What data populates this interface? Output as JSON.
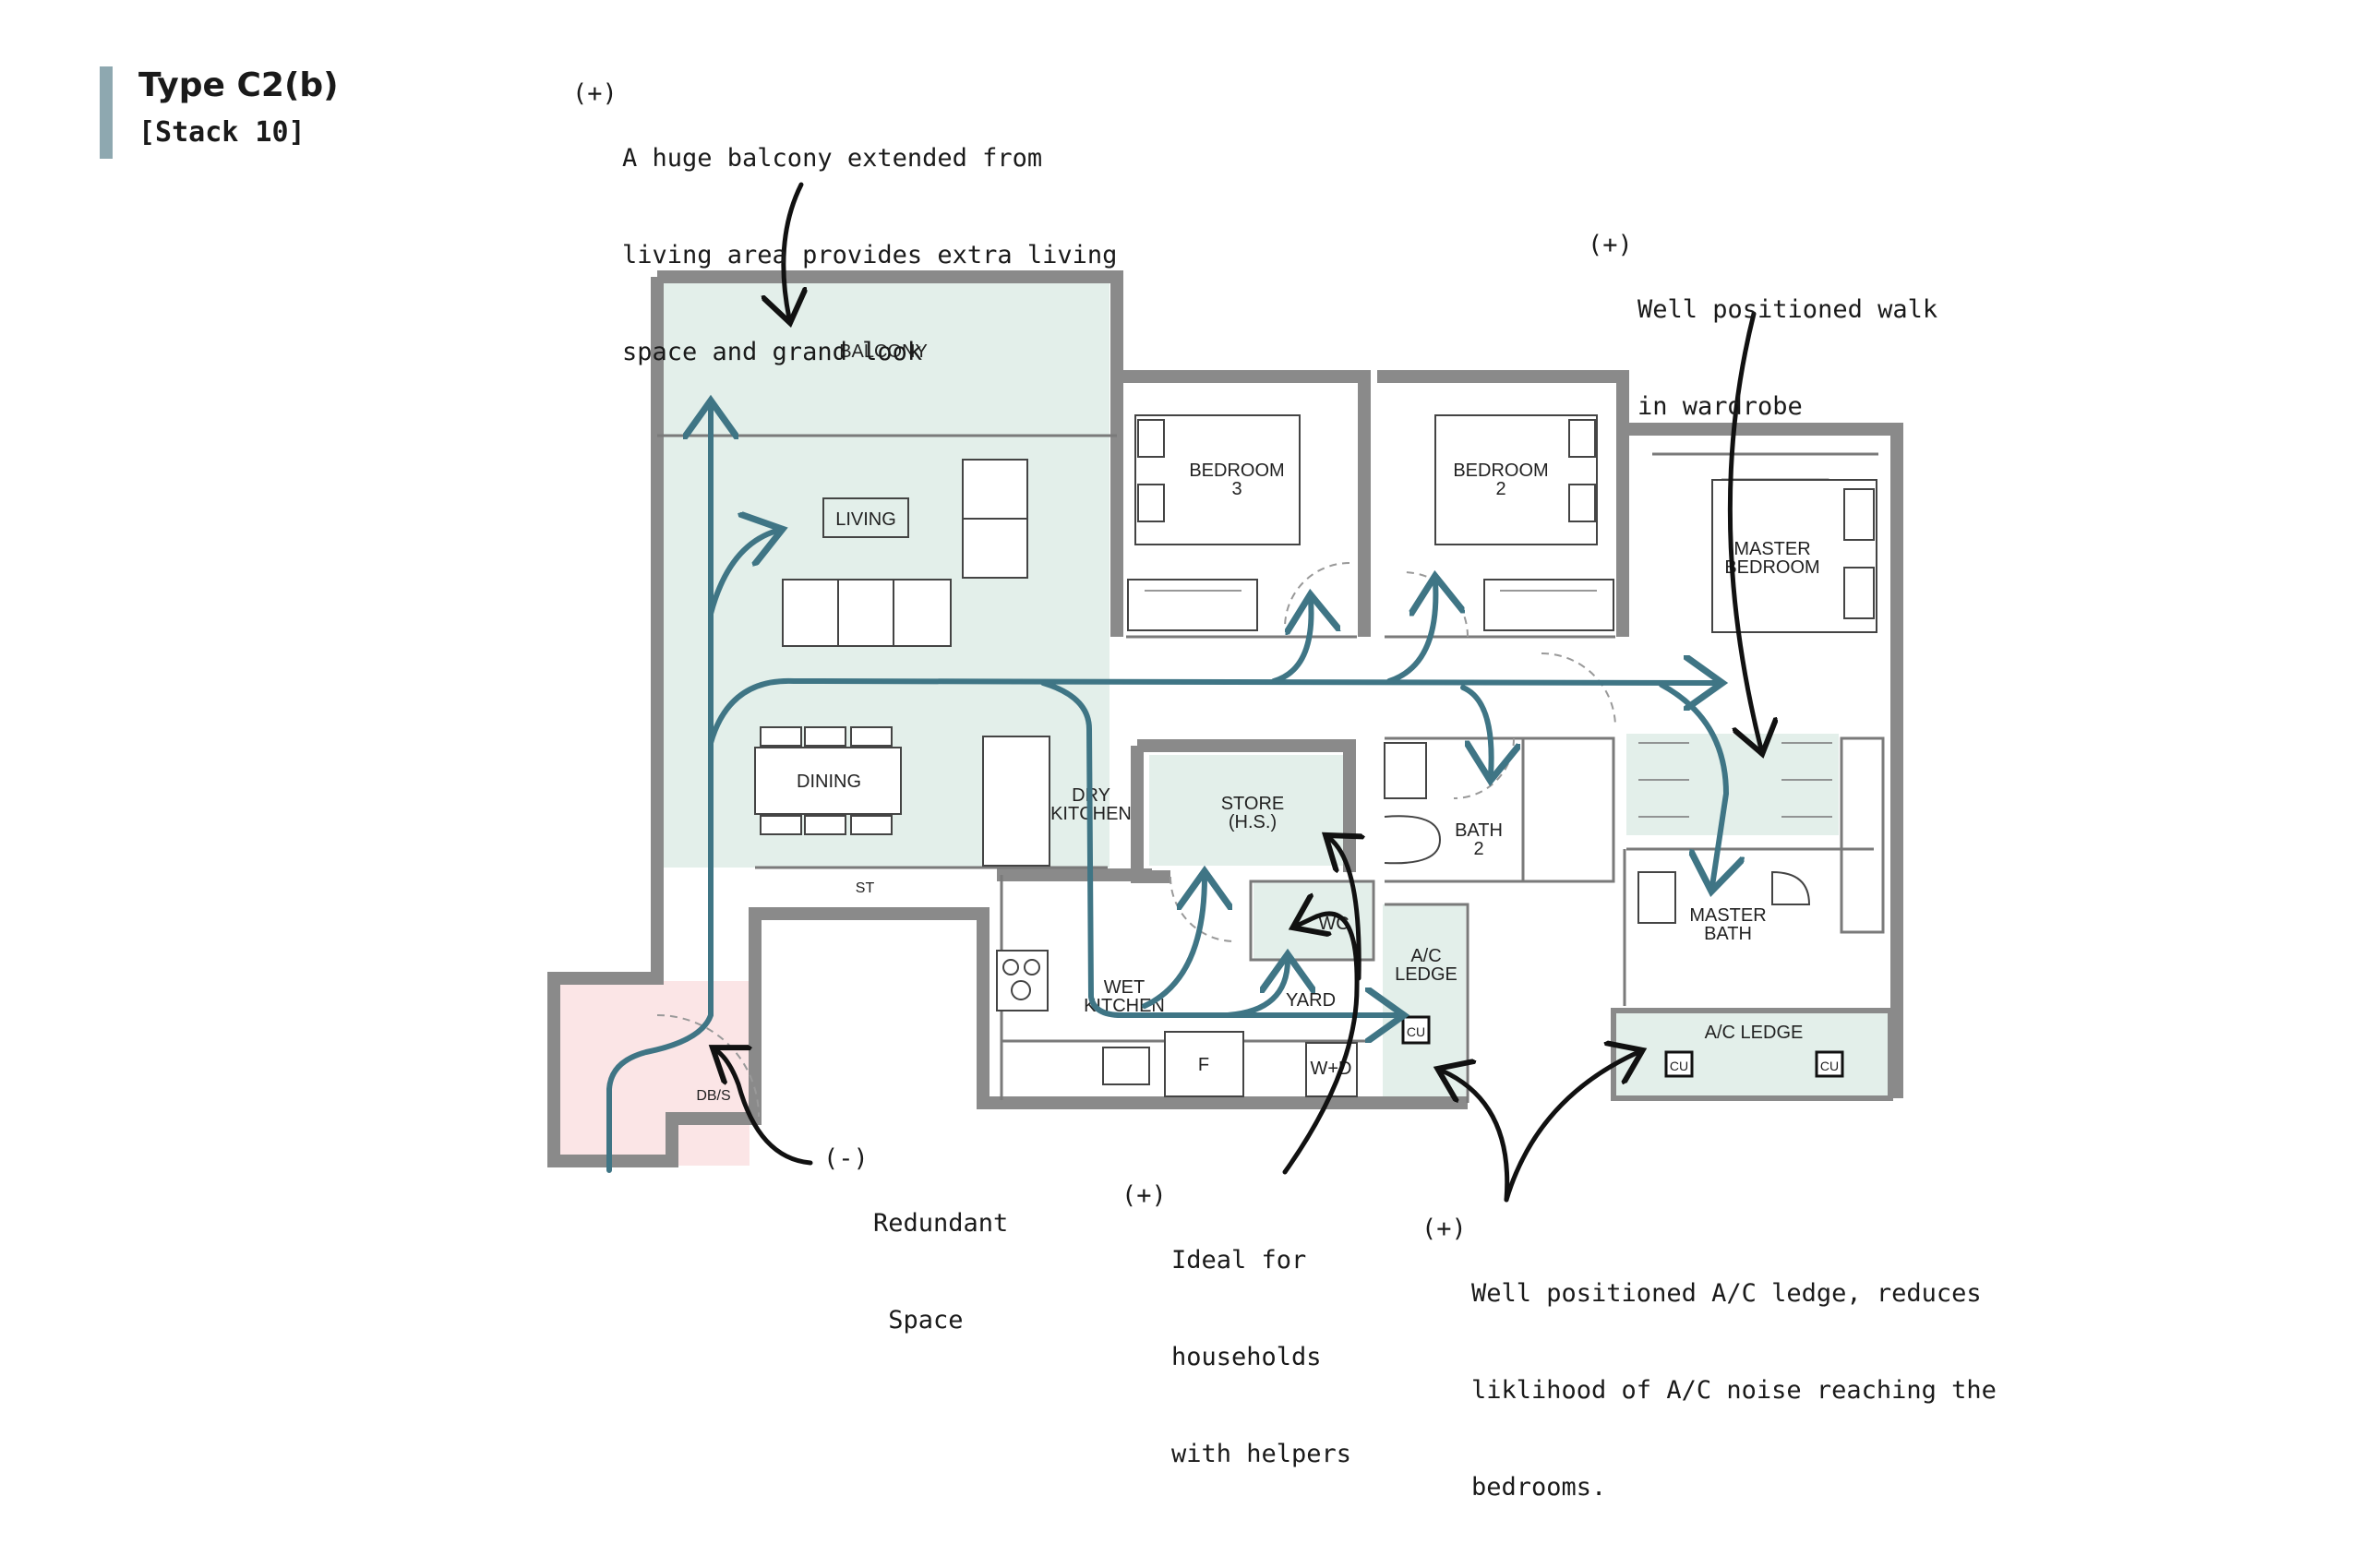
{
  "header": {
    "title": "Type C2(b)",
    "subtitle": "[Stack 10]"
  },
  "notes": {
    "balcony": {
      "sign": "(+)",
      "lines": [
        "A huge balcony extended from",
        "living area provides extra living",
        "space and grand look"
      ]
    },
    "wardrobe": {
      "sign": "(+)",
      "lines": [
        "Well positioned walk",
        "in wardrobe"
      ]
    },
    "redundant": {
      "sign": "(-)",
      "lines": [
        "Redundant",
        " Space"
      ]
    },
    "helpers": {
      "sign": "(+)",
      "lines": [
        "Ideal for",
        "households",
        "with helpers"
      ]
    },
    "acledge": {
      "sign": "(+)",
      "lines": [
        "Well positioned A/C ledge, reduces",
        "liklihood of A/C noise reaching the",
        "bedrooms."
      ]
    }
  },
  "rooms": {
    "balcony": "BALCONY",
    "living": "LIVING",
    "dining": "DINING",
    "dry_kitchen": [
      "DRY",
      "KITCHEN"
    ],
    "bedroom3": [
      "BEDROOM",
      "3"
    ],
    "bedroom2": [
      "BEDROOM",
      "2"
    ],
    "master_bedroom": [
      "MASTER",
      "BEDROOM"
    ],
    "store": [
      "STORE",
      "(H.S.)"
    ],
    "bath2": [
      "BATH",
      "2"
    ],
    "wc": "WC",
    "ac_ledge_small": [
      "A/C",
      "LEDGE"
    ],
    "master_bath": [
      "MASTER",
      "BATH"
    ],
    "ac_ledge_large": "A/C LEDGE",
    "st": "ST",
    "wet_kitchen": [
      "WET",
      "KITCHEN"
    ],
    "yard": "YARD",
    "f": "F",
    "wd": "W+D",
    "dbs": "DB/S",
    "cu": "CU"
  },
  "colors": {
    "wall": "#8a8a8a",
    "highlight_green": "#e3efea",
    "highlight_red": "#fbe5e6",
    "flow_arrow": "#3f7585",
    "annotation_arrow": "#111111",
    "title_bar": "#8ea8b0"
  }
}
